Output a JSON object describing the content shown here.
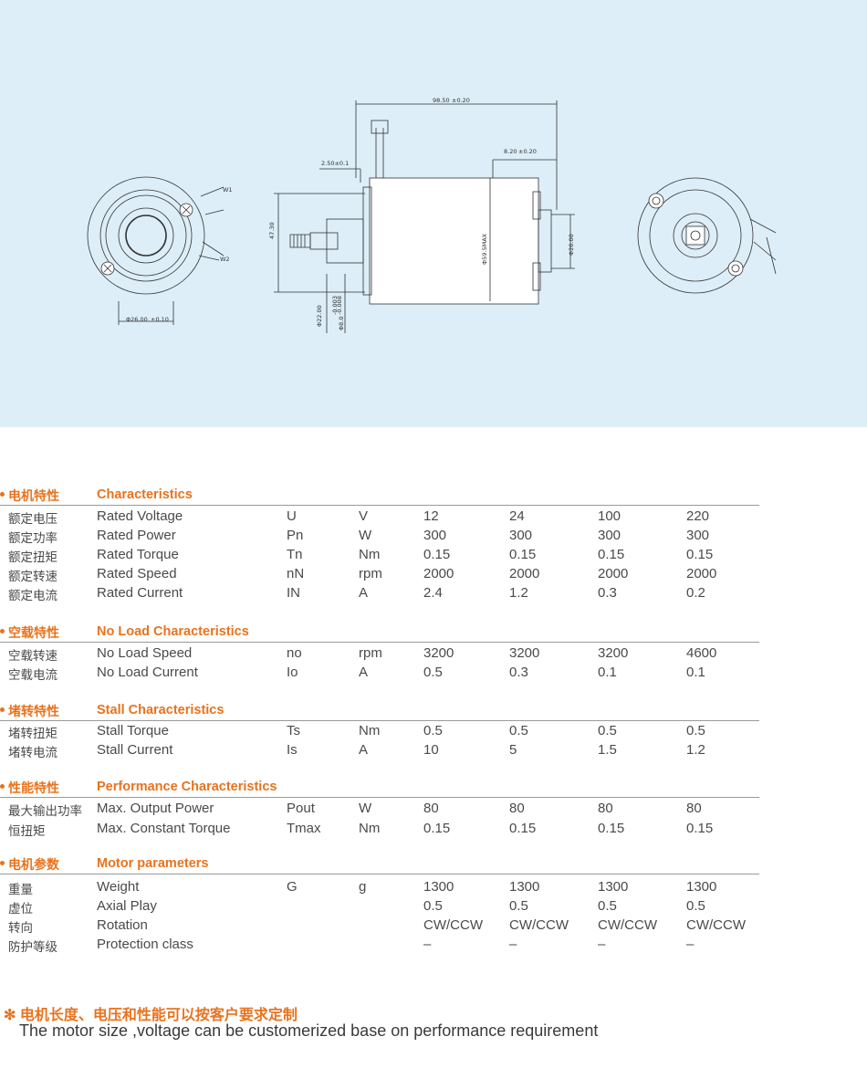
{
  "drawing": {
    "dim_length": "98.50",
    "dim_length_tol": "±0.20",
    "dim_end": "8.20",
    "dim_end_tol": "±0.20",
    "dim_step": "2.50±0.1",
    "dim_height": "47.30",
    "dim_body_dia": "Φ59.5MAX",
    "dim_boss": "Φ26.00",
    "dim_front_dia": "Φ26.00",
    "dim_front_tol": "±0.10",
    "dim_shaft_22": "Φ22.00",
    "dim_shaft_8": "Φ8.0",
    "dim_shaft_8_tol_a": "-0.003",
    "dim_shaft_8_tol_b": "-0.008",
    "wire_1": "W1",
    "wire_2": "W2"
  },
  "sections": [
    {
      "cn": "电机特性",
      "en": "Characteristics",
      "rows": [
        {
          "cn": "额定电压",
          "en": "Rated Voltage",
          "sym": "U",
          "unit": "V",
          "v": [
            "12",
            "24",
            "100",
            "220"
          ]
        },
        {
          "cn": "额定功率",
          "en": "Rated Power",
          "sym": "Pn",
          "unit": "W",
          "v": [
            "300",
            "300",
            "300",
            "300"
          ]
        },
        {
          "cn": "额定扭矩",
          "en": "Rated Torque",
          "sym": "Tn",
          "unit": "Nm",
          "v": [
            "0.15",
            "0.15",
            "0.15",
            "0.15"
          ]
        },
        {
          "cn": "额定转速",
          "en": "Rated Speed",
          "sym": "nN",
          "unit": "rpm",
          "v": [
            "2000",
            "2000",
            "2000",
            "2000"
          ]
        },
        {
          "cn": "额定电流",
          "en": "Rated Current",
          "sym": "IN",
          "unit": "A",
          "v": [
            "2.4",
            "1.2",
            "0.3",
            "0.2"
          ]
        }
      ]
    },
    {
      "cn": "空载特性",
      "en": "No Load Characteristics",
      "rows": [
        {
          "cn": "空载转速",
          "en": "No Load Speed",
          "sym": "no",
          "unit": "rpm",
          "v": [
            "3200",
            "3200",
            "3200",
            "4600"
          ]
        },
        {
          "cn": "空载电流",
          "en": "No Load Current",
          "sym": "Io",
          "unit": "A",
          "v": [
            "0.5",
            "0.3",
            "0.1",
            "0.1"
          ]
        }
      ]
    },
    {
      "cn": "堵转特性",
      "en": "Stall Characteristics",
      "rows": [
        {
          "cn": "堵转扭矩",
          "en": "Stall Torque",
          "sym": "Ts",
          "unit": "Nm",
          "v": [
            "0.5",
            "0.5",
            "0.5",
            "0.5"
          ]
        },
        {
          "cn": "堵转电流",
          "en": "Stall Current",
          "sym": "Is",
          "unit": "A",
          "v": [
            "10",
            "5",
            "1.5",
            "1.2"
          ]
        }
      ]
    },
    {
      "cn": "性能特性",
      "en": "Performance Characteristics",
      "rows": [
        {
          "cn": "最大输出功率",
          "en": "Max. Output Power",
          "sym": "Pout",
          "unit": "W",
          "v": [
            "80",
            "80",
            "80",
            "80"
          ]
        },
        {
          "cn": "恒扭矩",
          "en": "Max. Constant Torque",
          "sym": "Tmax",
          "unit": "Nm",
          "v": [
            "0.15",
            "0.15",
            "0.15",
            "0.15"
          ]
        }
      ]
    },
    {
      "cn": "电机参数",
      "en": "Motor parameters",
      "rows": [
        {
          "cn": "重量",
          "en": "Weight",
          "sym": "G",
          "unit": "g",
          "v": [
            "1300",
            "1300",
            "1300",
            "1300"
          ]
        },
        {
          "cn": "虚位",
          "en": "Axial Play",
          "sym": "",
          "unit": "",
          "v": [
            "0.5",
            "0.5",
            "0.5",
            "0.5"
          ]
        },
        {
          "cn": "转向",
          "en": "Rotation",
          "sym": "",
          "unit": "",
          "v": [
            "CW/CCW",
            "CW/CCW",
            "CW/CCW",
            "CW/CCW"
          ]
        },
        {
          "cn": "防护等级",
          "en": "Protection class",
          "sym": "",
          "unit": "",
          "v": [
            "–",
            "–",
            "–",
            "–"
          ]
        }
      ]
    }
  ],
  "note": {
    "cn": "✻ 电机长度、电压和性能可以按客户要求定制",
    "en": "The motor size ,voltage can be customerized base on performance requirement"
  },
  "colors": {
    "accent": "#e8731e",
    "panel": "#ddeef8"
  }
}
